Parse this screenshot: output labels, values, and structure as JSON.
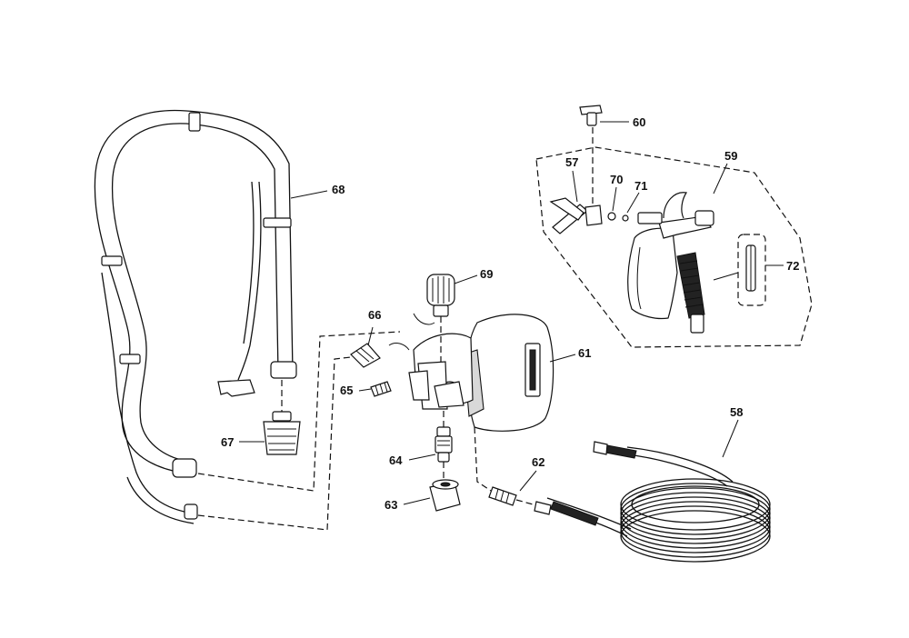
{
  "labels": {
    "p57": "57",
    "p58": "58",
    "p59": "59",
    "p60": "60",
    "p61": "61",
    "p62": "62",
    "p63": "63",
    "p64": "64",
    "p65": "65",
    "p66": "66",
    "p67": "67",
    "p68": "68",
    "p69": "69",
    "p70": "70",
    "p71": "71",
    "p72": "72"
  }
}
